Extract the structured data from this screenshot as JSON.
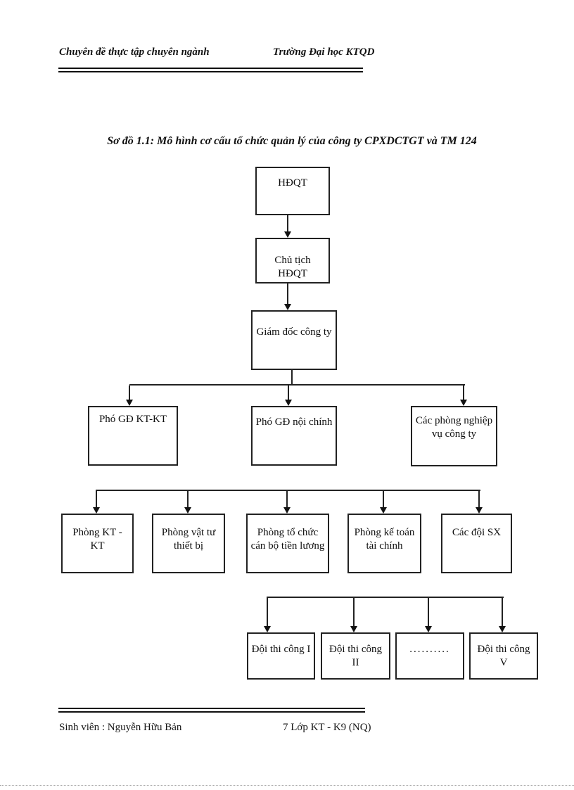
{
  "page": {
    "header": {
      "left": "Chuyên đề thực tập chuyên ngành",
      "right": "Trường Đại học KTQD"
    },
    "diagram_title": "Sơ đồ 1.1: Mô hình cơ cấu tổ chức quản lý của công ty CPXDCTGT và TM 124",
    "footer": {
      "student": "Sinh viên : Nguyễn Hữu Bản",
      "page_number": "7",
      "class_info": "Lớp KT - K9 (NQ)"
    }
  },
  "org_chart": {
    "type": "org-tree",
    "levels": [
      {
        "boxes": [
          "HĐQT"
        ]
      },
      {
        "boxes": [
          "Chủ tịch HĐQT"
        ]
      },
      {
        "boxes": [
          "Giám đốc công ty"
        ]
      },
      {
        "boxes": [
          "Phó GĐ KT-KT",
          "Phó GĐ nội chính",
          "Các phòng nghiệp vụ công ty"
        ]
      },
      {
        "boxes": [
          "Phòng KT - KT",
          "Phòng vật tư thiết bị",
          "Phòng tổ chức cán bộ tiền lương",
          "Phòng kế toán tài chính",
          "Các đội SX"
        ]
      },
      {
        "boxes": [
          "Đội thi công I",
          "Đội thi công II",
          "..........",
          "Đội thi công V"
        ]
      }
    ]
  }
}
